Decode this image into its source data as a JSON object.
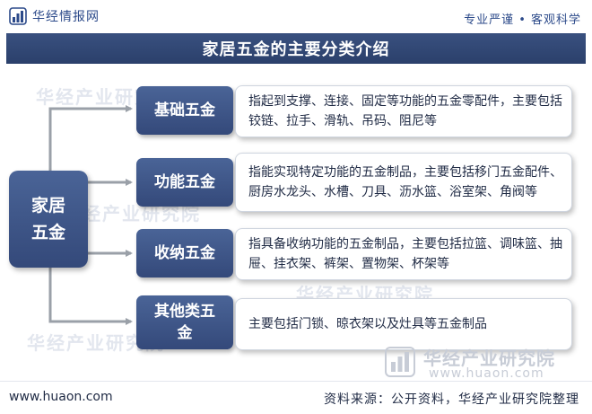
{
  "header": {
    "logo_text": "华经情报网",
    "slogan": "专业严谨 • 客观科学"
  },
  "title": "家居五金的主要分类介绍",
  "root": {
    "label_line1": "家居",
    "label_line2": "五金"
  },
  "categories": [
    {
      "label": "基础五金",
      "description": "指起到支撑、连接、固定等功能的五金零配件，主要包括铰链、拉手、滑轨、吊码、阻尼等"
    },
    {
      "label": "功能五金",
      "description": "指能实现特定功能的五金制品，主要包括移门五金配件、厨房水龙头、水槽、刀具、沥水篮、浴室架、角阀等"
    },
    {
      "label": "收纳五金",
      "description": "指具备收纳功能的五金制品，主要包括拉篮、调味篮、抽屉、挂衣架、裤架、置物架、杯架等"
    },
    {
      "label": "其他类五金",
      "description": "主要包括门锁、晾衣架以及灶具等五金制品"
    }
  ],
  "watermark": {
    "brand": "华经产业研究院",
    "url": "www.huaon.com"
  },
  "footer": {
    "website": "www.huaon.com",
    "source": "资料来源：公开资料，华经产业研究院整理"
  },
  "colors": {
    "primary": "#34497a",
    "connector": "#9aa0a8",
    "text": "#1f2a44"
  }
}
